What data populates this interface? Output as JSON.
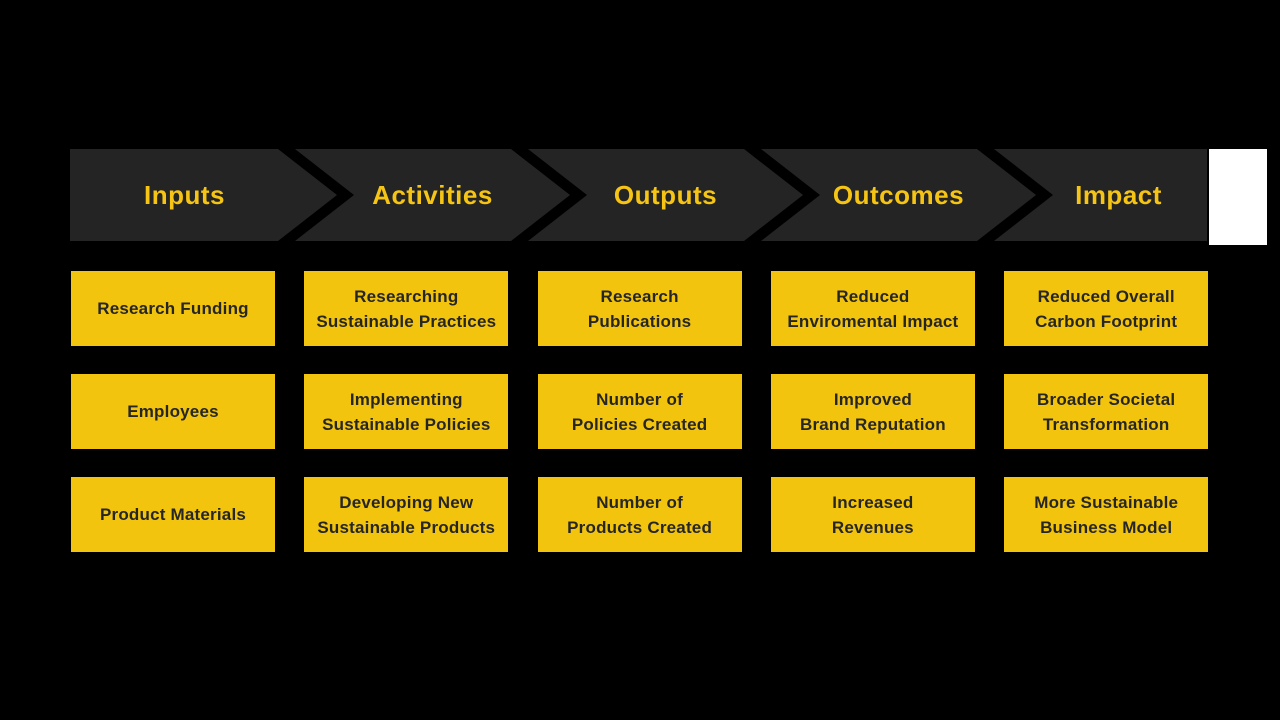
{
  "colors": {
    "background": "#000000",
    "banner_dark": "#242424",
    "accent_yellow": "#F2C40E",
    "header_text_yellow": "#F5C414",
    "box_text_dark": "#262626",
    "white_box": "#FFFFFF"
  },
  "stages": [
    {
      "label": "Inputs",
      "items": [
        "Research Funding",
        "Employees",
        "Product Materials"
      ]
    },
    {
      "label": "Activities",
      "items": [
        "Researching\nSustainable Practices",
        "Implementing\nSustainable Policies",
        "Developing New\nSustainable Products"
      ]
    },
    {
      "label": "Outputs",
      "items": [
        "Research\nPublications",
        "Number of\nPolicies Created",
        "Number of\nProducts Created"
      ]
    },
    {
      "label": "Outcomes",
      "items": [
        "Reduced\nEnviromental Impact",
        "Improved\nBrand Reputation",
        "Increased\nRevenues"
      ]
    },
    {
      "label": "Impact",
      "items": [
        "Reduced Overall\nCarbon Footprint",
        "Broader Societal\nTransformation",
        "More Sustainable\nBusiness Model"
      ]
    }
  ]
}
